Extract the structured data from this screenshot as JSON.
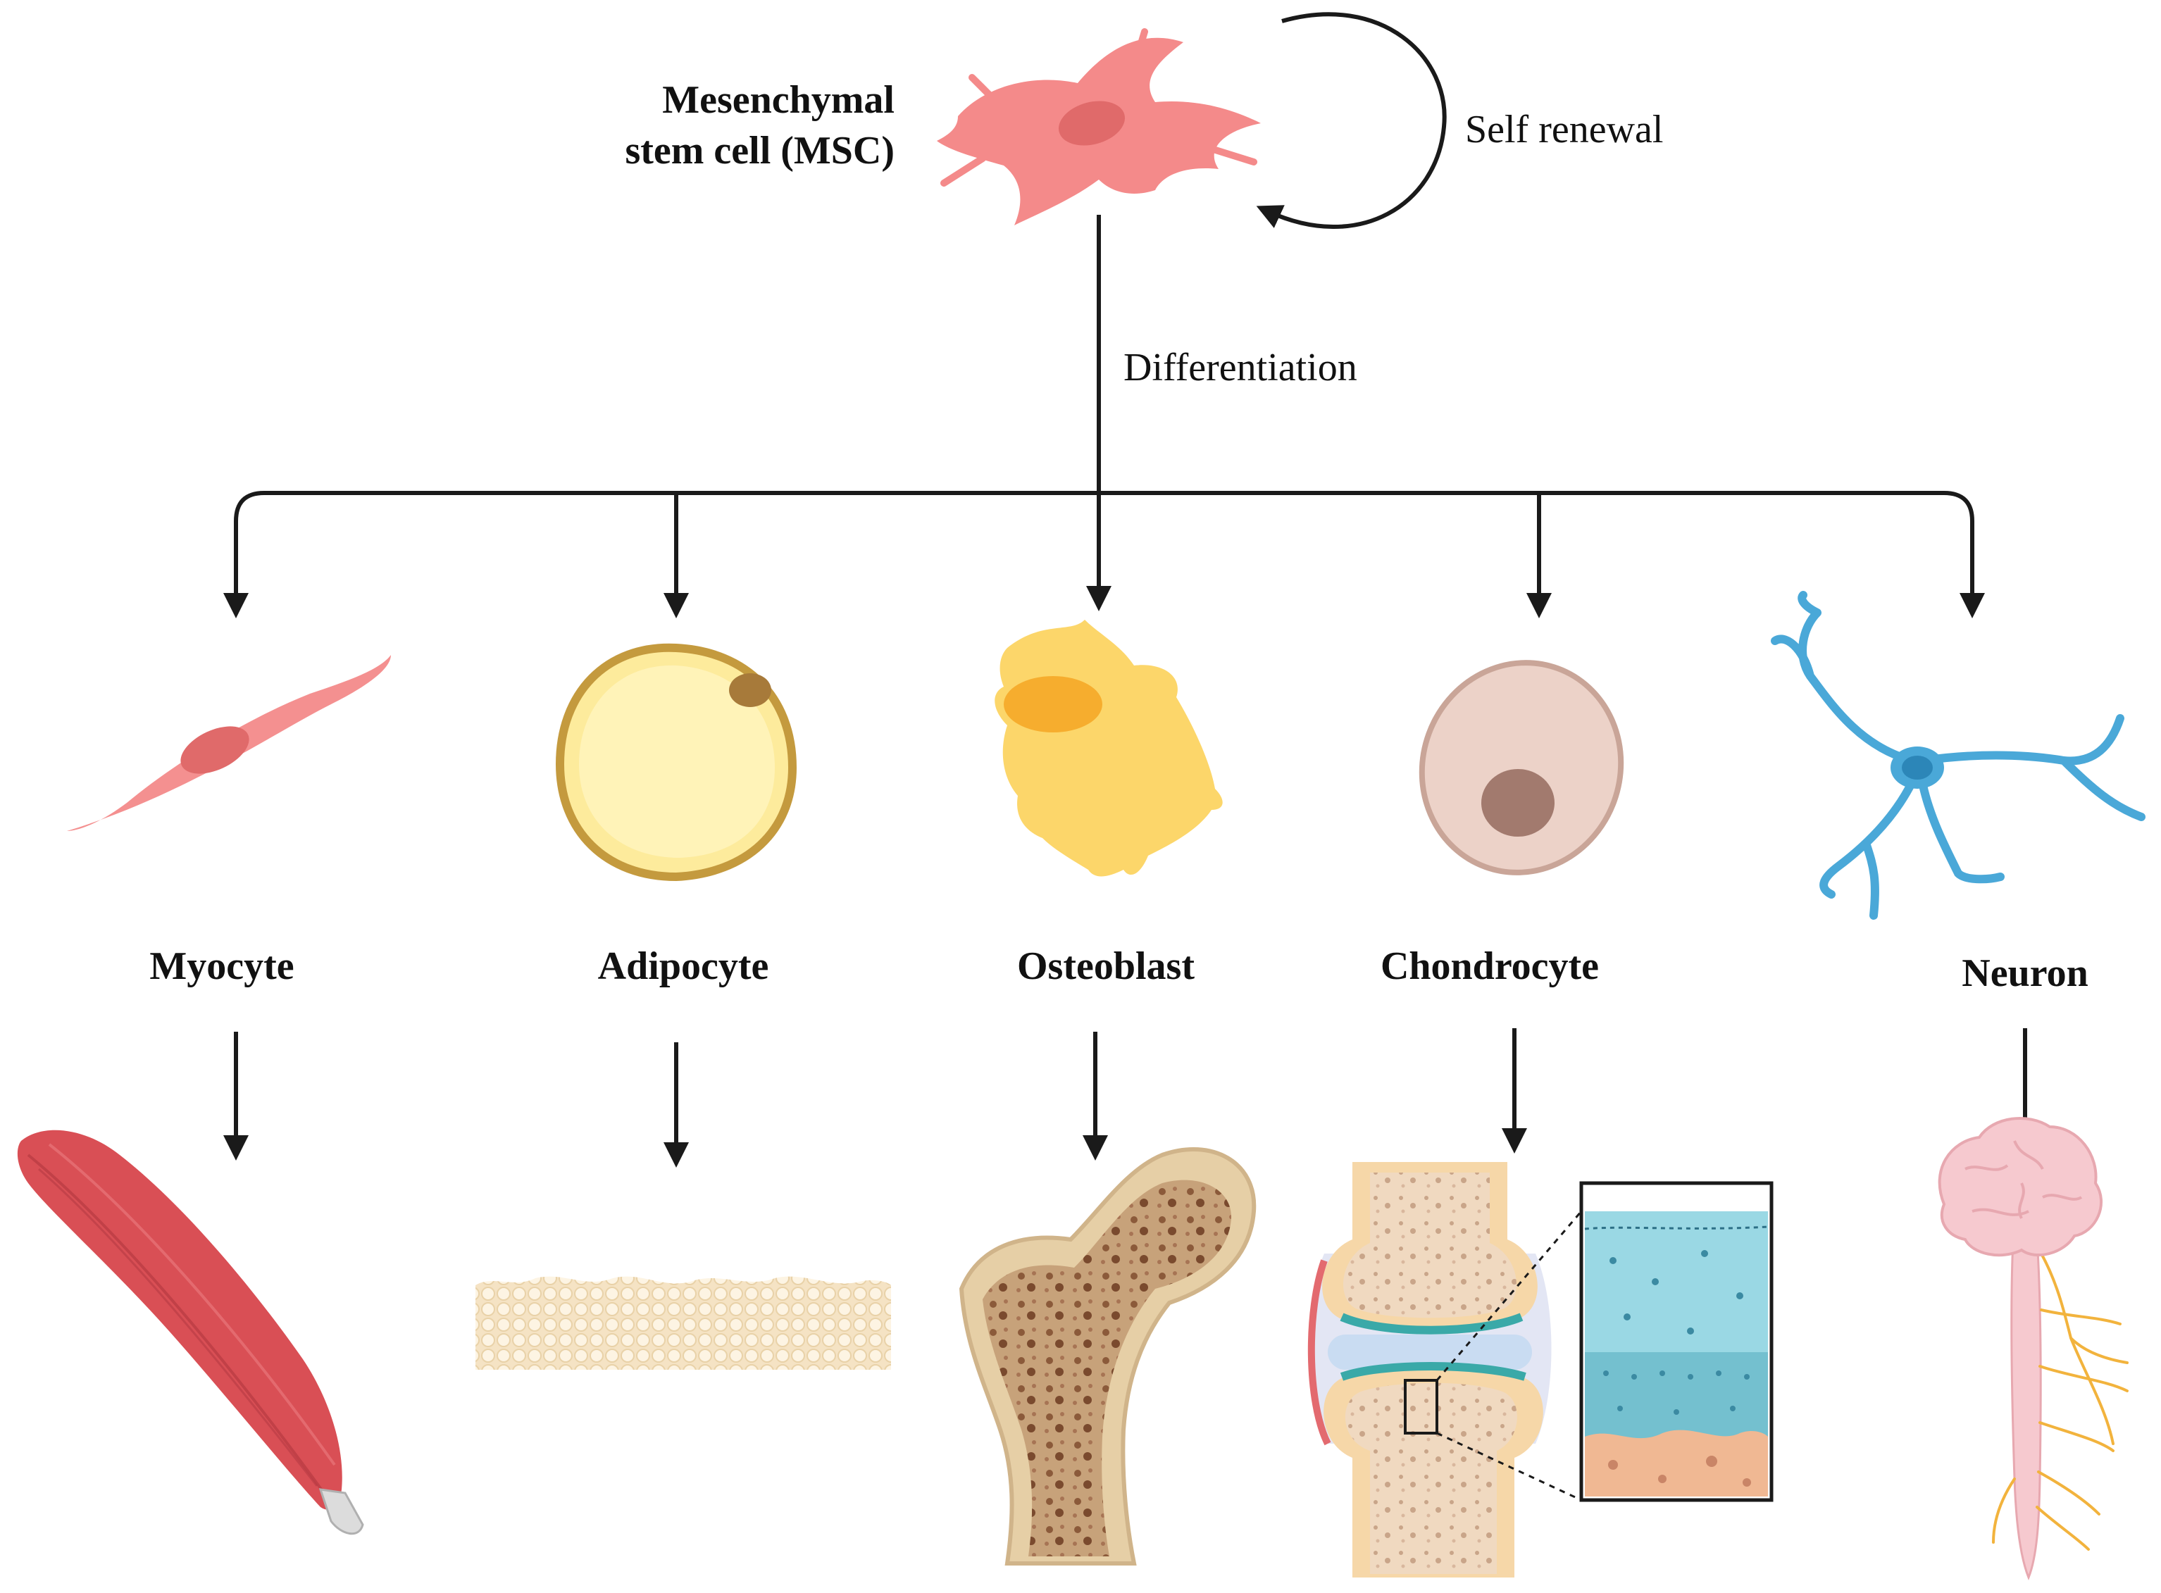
{
  "header": {
    "stem_cell_label_line1": "Mesenchymal",
    "stem_cell_label_line2": "stem cell (MSC)",
    "self_renewal_label": "Self renewal",
    "differentiation_label": "Differentiation"
  },
  "cells": [
    {
      "label": "Myocyte",
      "icon": "myocyte-icon",
      "tissue_icon": "skeletal-muscle-icon"
    },
    {
      "label": "Adipocyte",
      "icon": "adipocyte-icon",
      "tissue_icon": "adipose-tissue-icon"
    },
    {
      "label": "Osteoblast",
      "icon": "osteoblast-icon",
      "tissue_icon": "femur-bone-icon"
    },
    {
      "label": "Chondrocyte",
      "icon": "chondrocyte-icon",
      "tissue_icon": "knee-joint-cartilage-icon"
    },
    {
      "label": "Neuron",
      "icon": "neuron-icon",
      "tissue_icon": "brain-spinal-cord-icon"
    }
  ],
  "colors": {
    "msc": "#f48a8a",
    "msc_nucleus": "#e06a6a",
    "myocyte": "#f49090",
    "adipocyte_fill": "#fdeb9c",
    "adipocyte_border": "#c49a3e",
    "osteoblast": "#fcd66a",
    "chondrocyte": "#ecd2c8",
    "neuron": "#4aa8d8",
    "muscle": "#d94f55",
    "bone": "#8b5a3a",
    "cartilage": "#8fd3de",
    "nerve": "#f2b33d",
    "arrow": "#1a1a1a"
  }
}
